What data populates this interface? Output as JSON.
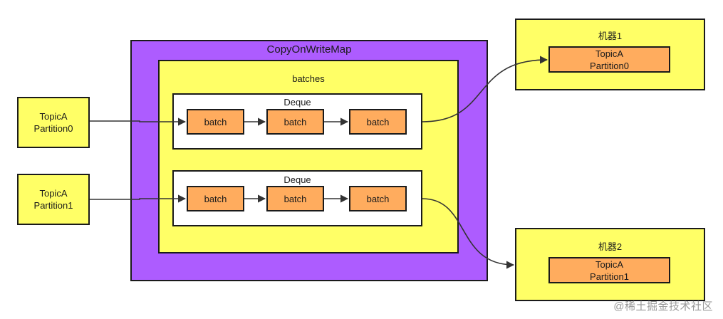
{
  "map": {
    "title": "CopyOnWriteMap"
  },
  "batches": {
    "title": "batches"
  },
  "deques": [
    {
      "label": "Deque",
      "items": [
        "batch",
        "batch",
        "batch"
      ]
    },
    {
      "label": "Deque",
      "items": [
        "batch",
        "batch",
        "batch"
      ]
    }
  ],
  "sources": [
    {
      "line1": "TopicA",
      "line2": "Partition0"
    },
    {
      "line1": "TopicA",
      "line2": "Partition1"
    }
  ],
  "machines": [
    {
      "label": "机器1",
      "part_line1": "TopicA",
      "part_line2": "Partition0"
    },
    {
      "label": "机器2",
      "part_line1": "TopicA",
      "part_line2": "Partition1"
    }
  ],
  "watermark": "@稀土掘金技术社区"
}
